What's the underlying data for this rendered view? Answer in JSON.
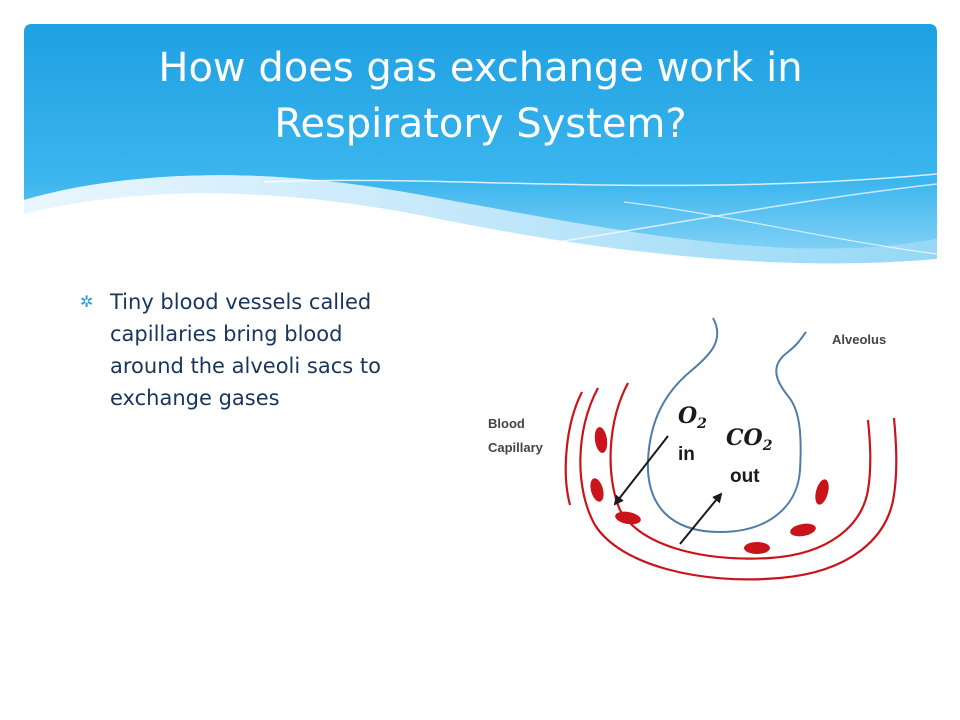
{
  "slide": {
    "title_line1": "How does gas exchange work in",
    "title_line2": "Respiratory System?",
    "bullet_icon": "asterisk-bullet-icon",
    "bullet_lines": [
      "Tiny blood vessels called",
      "capillaries bring blood",
      "around the alveoli sacs to",
      "exchange gases"
    ]
  },
  "figure": {
    "alveolus_label": "Alveolus",
    "blood_label_line1": "Blood",
    "blood_label_line2": "Capillary",
    "o2_symbol": "O",
    "o2_subscript": "2",
    "o2_direction": "in",
    "co2_symbol": "CO",
    "co2_subscript": "2",
    "co2_direction": "out"
  },
  "colors": {
    "header_blue": "#2aa9e6",
    "header_light": "#7fd0f5",
    "title_text": "#ffffff",
    "body_text": "#17365d",
    "bullet": "#1f9bd8",
    "capillary_red": "#c9141b",
    "alveolus_blue": "#4f7ca8",
    "arrow_black": "#1a1a1a"
  }
}
